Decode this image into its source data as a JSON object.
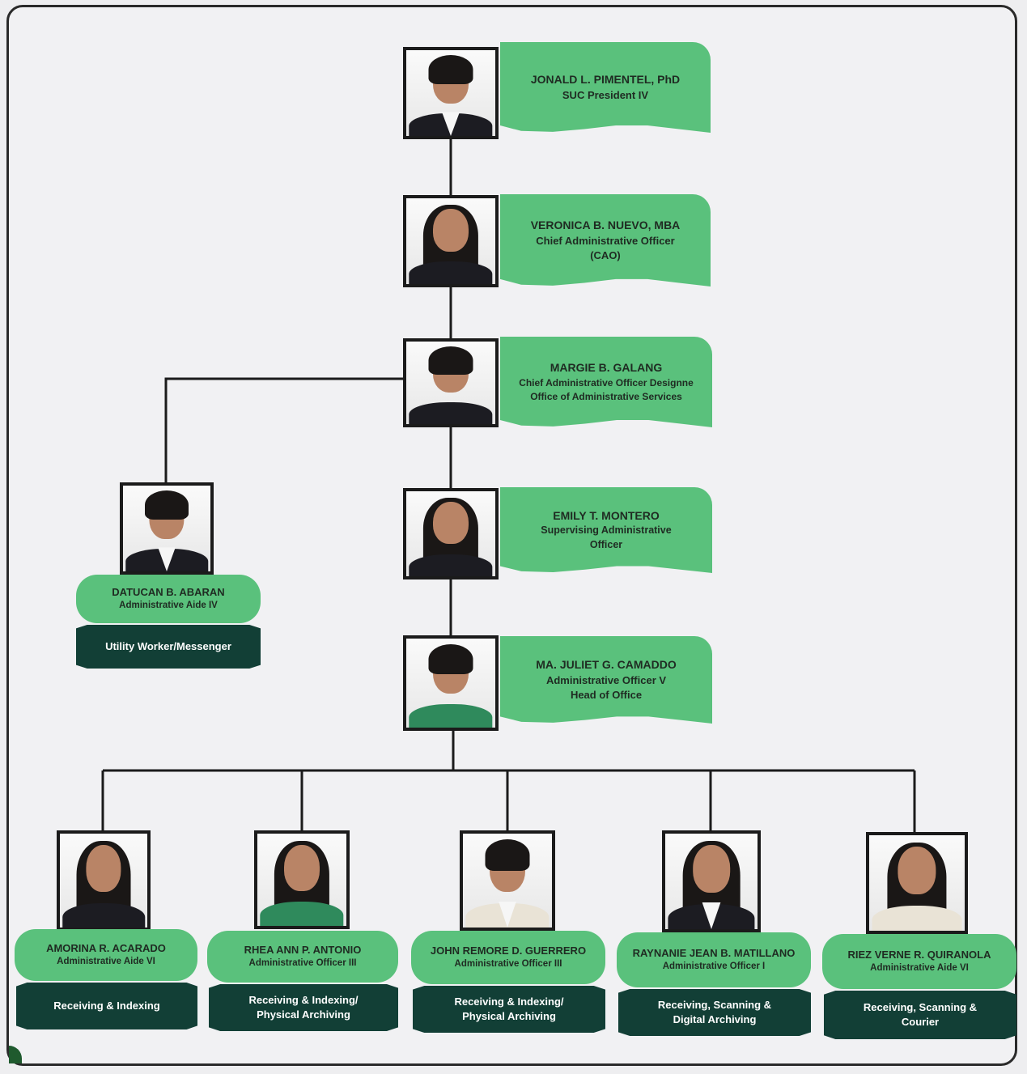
{
  "people": [
    {
      "key": "p1",
      "name": "JONALD L. PIMENTEL, PhD",
      "lines": [
        "SUC President IV"
      ]
    },
    {
      "key": "p2",
      "name": "VERONICA B. NUEVO, MBA",
      "lines": [
        "Chief Administrative Officer",
        "(CAO)"
      ]
    },
    {
      "key": "p3",
      "name": "MARGIE B. GALANG",
      "lines": [
        "Chief Administrative Officer Designne",
        "Office of Administrative Services"
      ]
    },
    {
      "key": "p4",
      "name": "EMILY T. MONTERO",
      "lines": [
        "Supervising Administrative",
        "Officer"
      ]
    },
    {
      "key": "p5",
      "name": "MA. JULIET G. CAMADDO",
      "lines": [
        "Administrative Officer V",
        "Head of Office"
      ]
    },
    {
      "key": "p6",
      "name": "DATUCAN B. ABARAN",
      "lines": [
        "Administrative Aide IV"
      ],
      "duty": [
        "Utility Worker/Messenger"
      ]
    },
    {
      "key": "p7",
      "name": "AMORINA R. ACARADO",
      "lines": [
        "Administrative Aide VI"
      ],
      "duty": [
        "Receiving & Indexing"
      ]
    },
    {
      "key": "p8",
      "name": "RHEA ANN P. ANTONIO",
      "lines": [
        "Administrative Officer III"
      ],
      "duty": [
        "Receiving & Indexing/",
        "Physical Archiving"
      ]
    },
    {
      "key": "p9",
      "name": "JOHN REMORE D. GUERRERO",
      "lines": [
        "Administrative Officer III"
      ],
      "duty": [
        "Receiving & Indexing/",
        "Physical Archiving"
      ]
    },
    {
      "key": "p10",
      "name": "RAYNANIE JEAN B. MATILLANO",
      "lines": [
        "Administrative Officer I"
      ],
      "duty": [
        "Receiving, Scanning &",
        "Digital Archiving"
      ]
    },
    {
      "key": "p11",
      "name": "RIEZ VERNE R. QUIRANOLA",
      "lines": [
        "Administrative Aide VI"
      ],
      "duty": [
        "Receiving, Scanning &",
        "Courier"
      ]
    }
  ],
  "colors": {
    "banner": "#5ac17c",
    "duty": "#123f36",
    "line": "#1b1b1b",
    "frame": "#2a2a2a"
  }
}
